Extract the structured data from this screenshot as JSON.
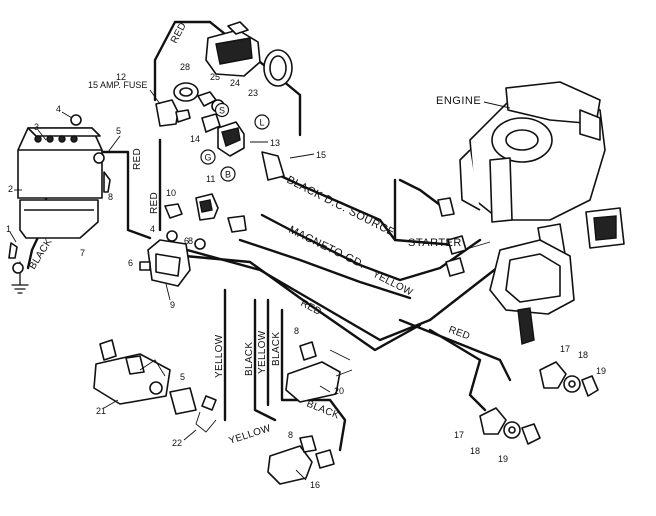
{
  "wire_labels": {
    "red_top": "RED",
    "red_battery": "RED",
    "red_mid": "RED",
    "red_lower": "RED",
    "red_right": "RED",
    "black_ground": "BLACK",
    "black_dc_source": "BLACK  D.C. SOURCE",
    "magneto_gd": "MAGNETO GD.",
    "yellow_main": "YELLOW",
    "yellow_v1": "YELLOW",
    "yellow_v2": "YELLOW",
    "black_v1": "BLACK",
    "black_v2": "BLACK",
    "black_lower": "BLACK",
    "yellow_lower": "YELLOW"
  },
  "component_labels": {
    "engine": "ENGINE",
    "starter": "STARTER",
    "fuse": "15 AMP. FUSE"
  },
  "part_numbers": {
    "n1": "1",
    "n2": "2",
    "n3": "3",
    "n4a": "4",
    "n4b": "4",
    "n5a": "5",
    "n5b": "5",
    "n6a": "6",
    "n6b": "6",
    "n7": "7",
    "n8a": "8",
    "n8b": "8",
    "n8c": "8",
    "n8d": "8",
    "n9": "9",
    "n10": "10",
    "n11": "11",
    "n12": "12",
    "n13": "13",
    "n14": "14",
    "n15": "15",
    "n16": "16",
    "n17a": "17",
    "n17b": "17",
    "n18a": "18",
    "n18b": "18",
    "n19a": "19",
    "n19b": "19",
    "n20": "20",
    "n21": "21",
    "n22": "22",
    "n23": "23",
    "n24": "24",
    "n25": "25",
    "n28": "28"
  },
  "switch_terminals": {
    "s": "S",
    "l": "L",
    "g": "G",
    "b": "B"
  }
}
